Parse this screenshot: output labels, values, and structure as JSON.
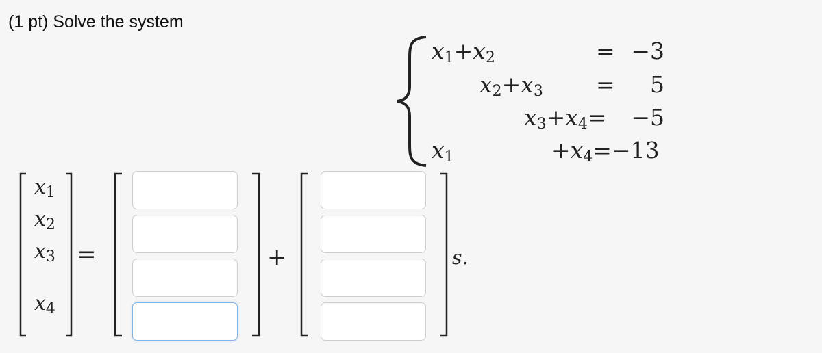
{
  "problem": {
    "title": "(1 pt) Solve the system"
  },
  "system": {
    "rows": [
      {
        "lhs_a": "x",
        "lhs_a_sub": "1",
        "lhs_op": "+",
        "lhs_b": "x",
        "lhs_b_sub": "2",
        "eq": "=",
        "rhs": "−3"
      },
      {
        "lhs_a": "x",
        "lhs_a_sub": "2",
        "lhs_op": "+",
        "lhs_b": "x",
        "lhs_b_sub": "3",
        "eq": "=",
        "rhs": "5"
      },
      {
        "lhs_a": "x",
        "lhs_a_sub": "3",
        "lhs_op": "+",
        "lhs_b": "x",
        "lhs_b_sub": "4",
        "eq": "=",
        "rhs": "−5"
      },
      {
        "lhs_a": "x",
        "lhs_a_sub": "1",
        "lhs_op": "+",
        "lhs_b": "x",
        "lhs_b_sub": "4",
        "eq": "=",
        "rhs": "−13"
      }
    ]
  },
  "solution": {
    "variables": [
      {
        "name": "x",
        "sub": "1"
      },
      {
        "name": "x",
        "sub": "2"
      },
      {
        "name": "x",
        "sub": "3"
      },
      {
        "name": "x",
        "sub": "4"
      }
    ],
    "equals": "=",
    "plus": "+",
    "parameter": "s.",
    "particular_inputs": [
      "",
      "",
      "",
      ""
    ],
    "direction_inputs": [
      "",
      "",
      "",
      ""
    ]
  }
}
